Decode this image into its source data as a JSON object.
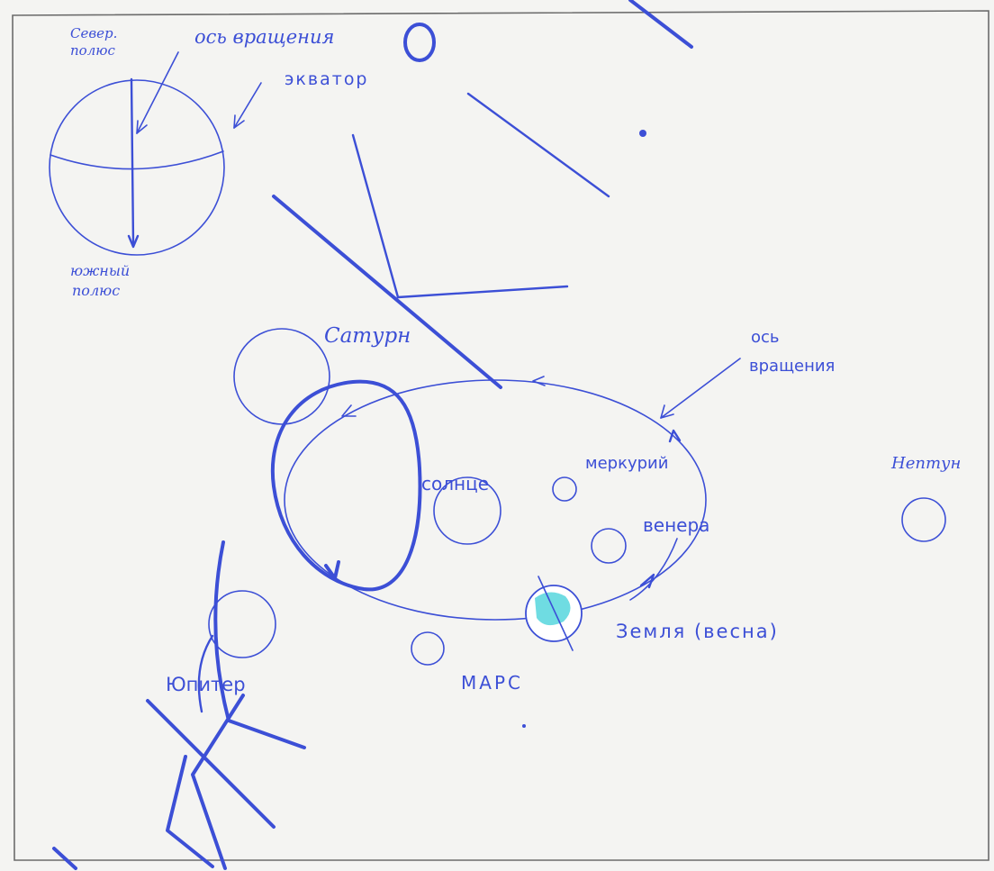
{
  "colors": {
    "paper": "#f4f4f2",
    "ink": "#3c4fd6",
    "ink_dark": "#2532c4",
    "frame": "#6b6b6b",
    "ocean": "#3fd0d8"
  },
  "globe": {
    "north_pole": [
      "Север.",
      "полюс"
    ],
    "axis_label": "ось вращения",
    "equator_label": "экватор",
    "south_pole": [
      "южный",
      "полюс"
    ]
  },
  "system": {
    "saturn": "Сатурн",
    "sun": "солнце",
    "mercury": "меркурий",
    "venus": "венера",
    "earth": "Земля (весна)",
    "mars": "МАРС",
    "jupiter": "Юпитер",
    "neptune": "Нептун",
    "axis_label": [
      "ось",
      "вращения"
    ]
  }
}
